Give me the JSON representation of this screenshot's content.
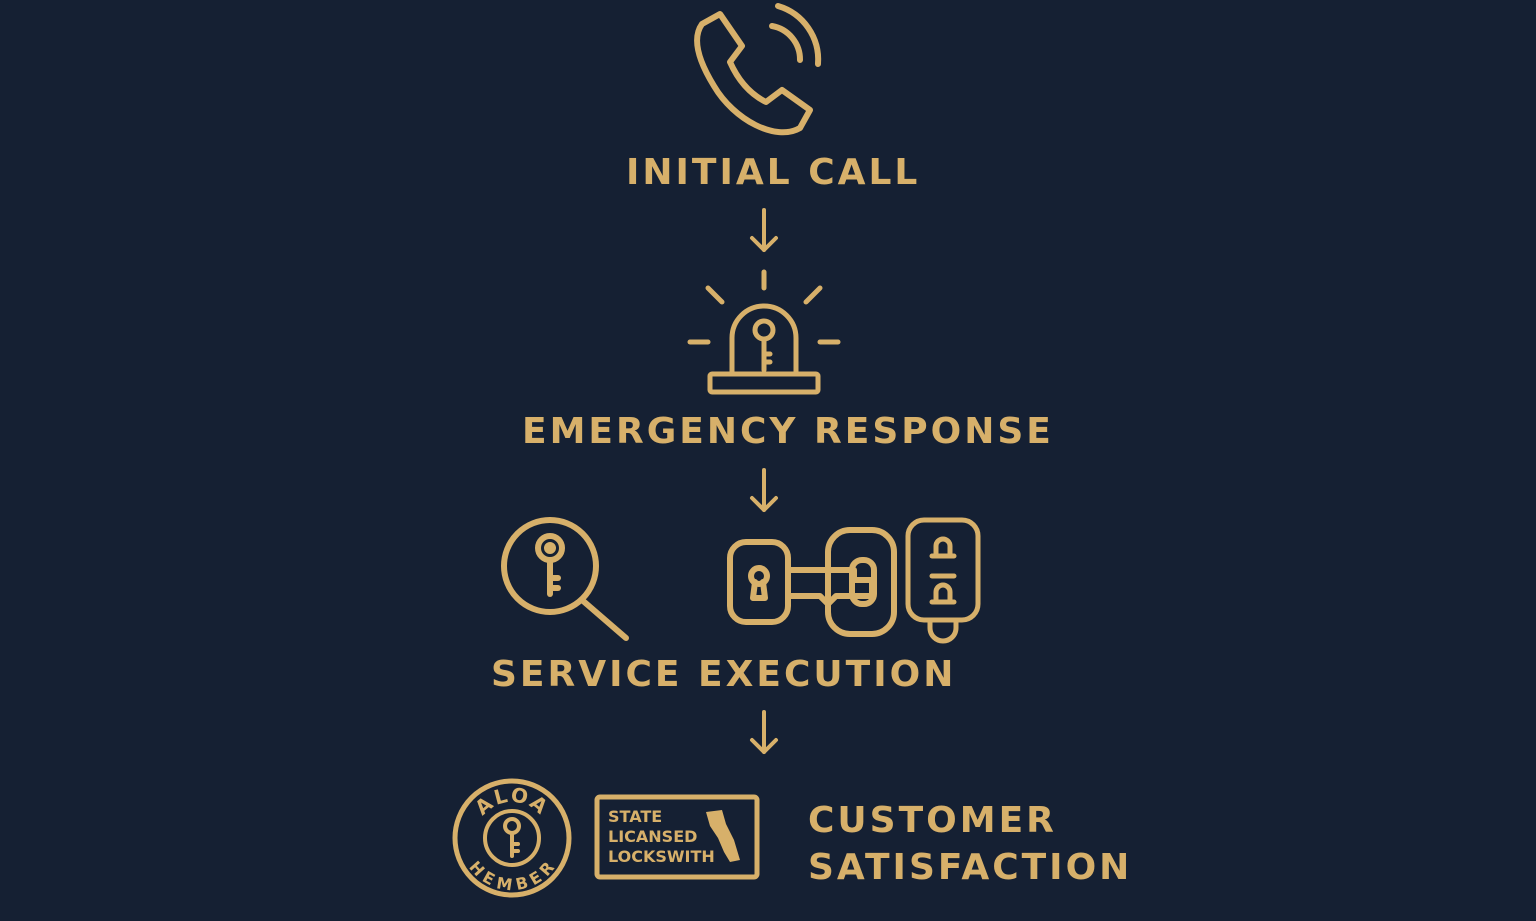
{
  "accent_color": "#D7B06A",
  "background_color": "#152033",
  "steps": [
    {
      "title": "INITIAL CALL",
      "icon": "phone-icon"
    },
    {
      "title": "EMERGENCY RESPONSE",
      "icon": "alarm-siren-icon"
    },
    {
      "title": "SERVICE EXECUTION",
      "icons": [
        "key-search-icon",
        "lock-and-key-icon",
        "car-key-fob-icon"
      ]
    },
    {
      "title_line1": "CUSTOMER",
      "title_line2": "SATISFACTION",
      "icons": [
        "aloa-member-badge-icon",
        "state-license-badge-icon"
      ]
    }
  ],
  "badges": {
    "aloa": {
      "top": "ALOA",
      "bottom": "HEMBER"
    },
    "license": {
      "line1": "STATE",
      "line2": "LICANSED",
      "line3": "LOCKSWITH"
    }
  }
}
